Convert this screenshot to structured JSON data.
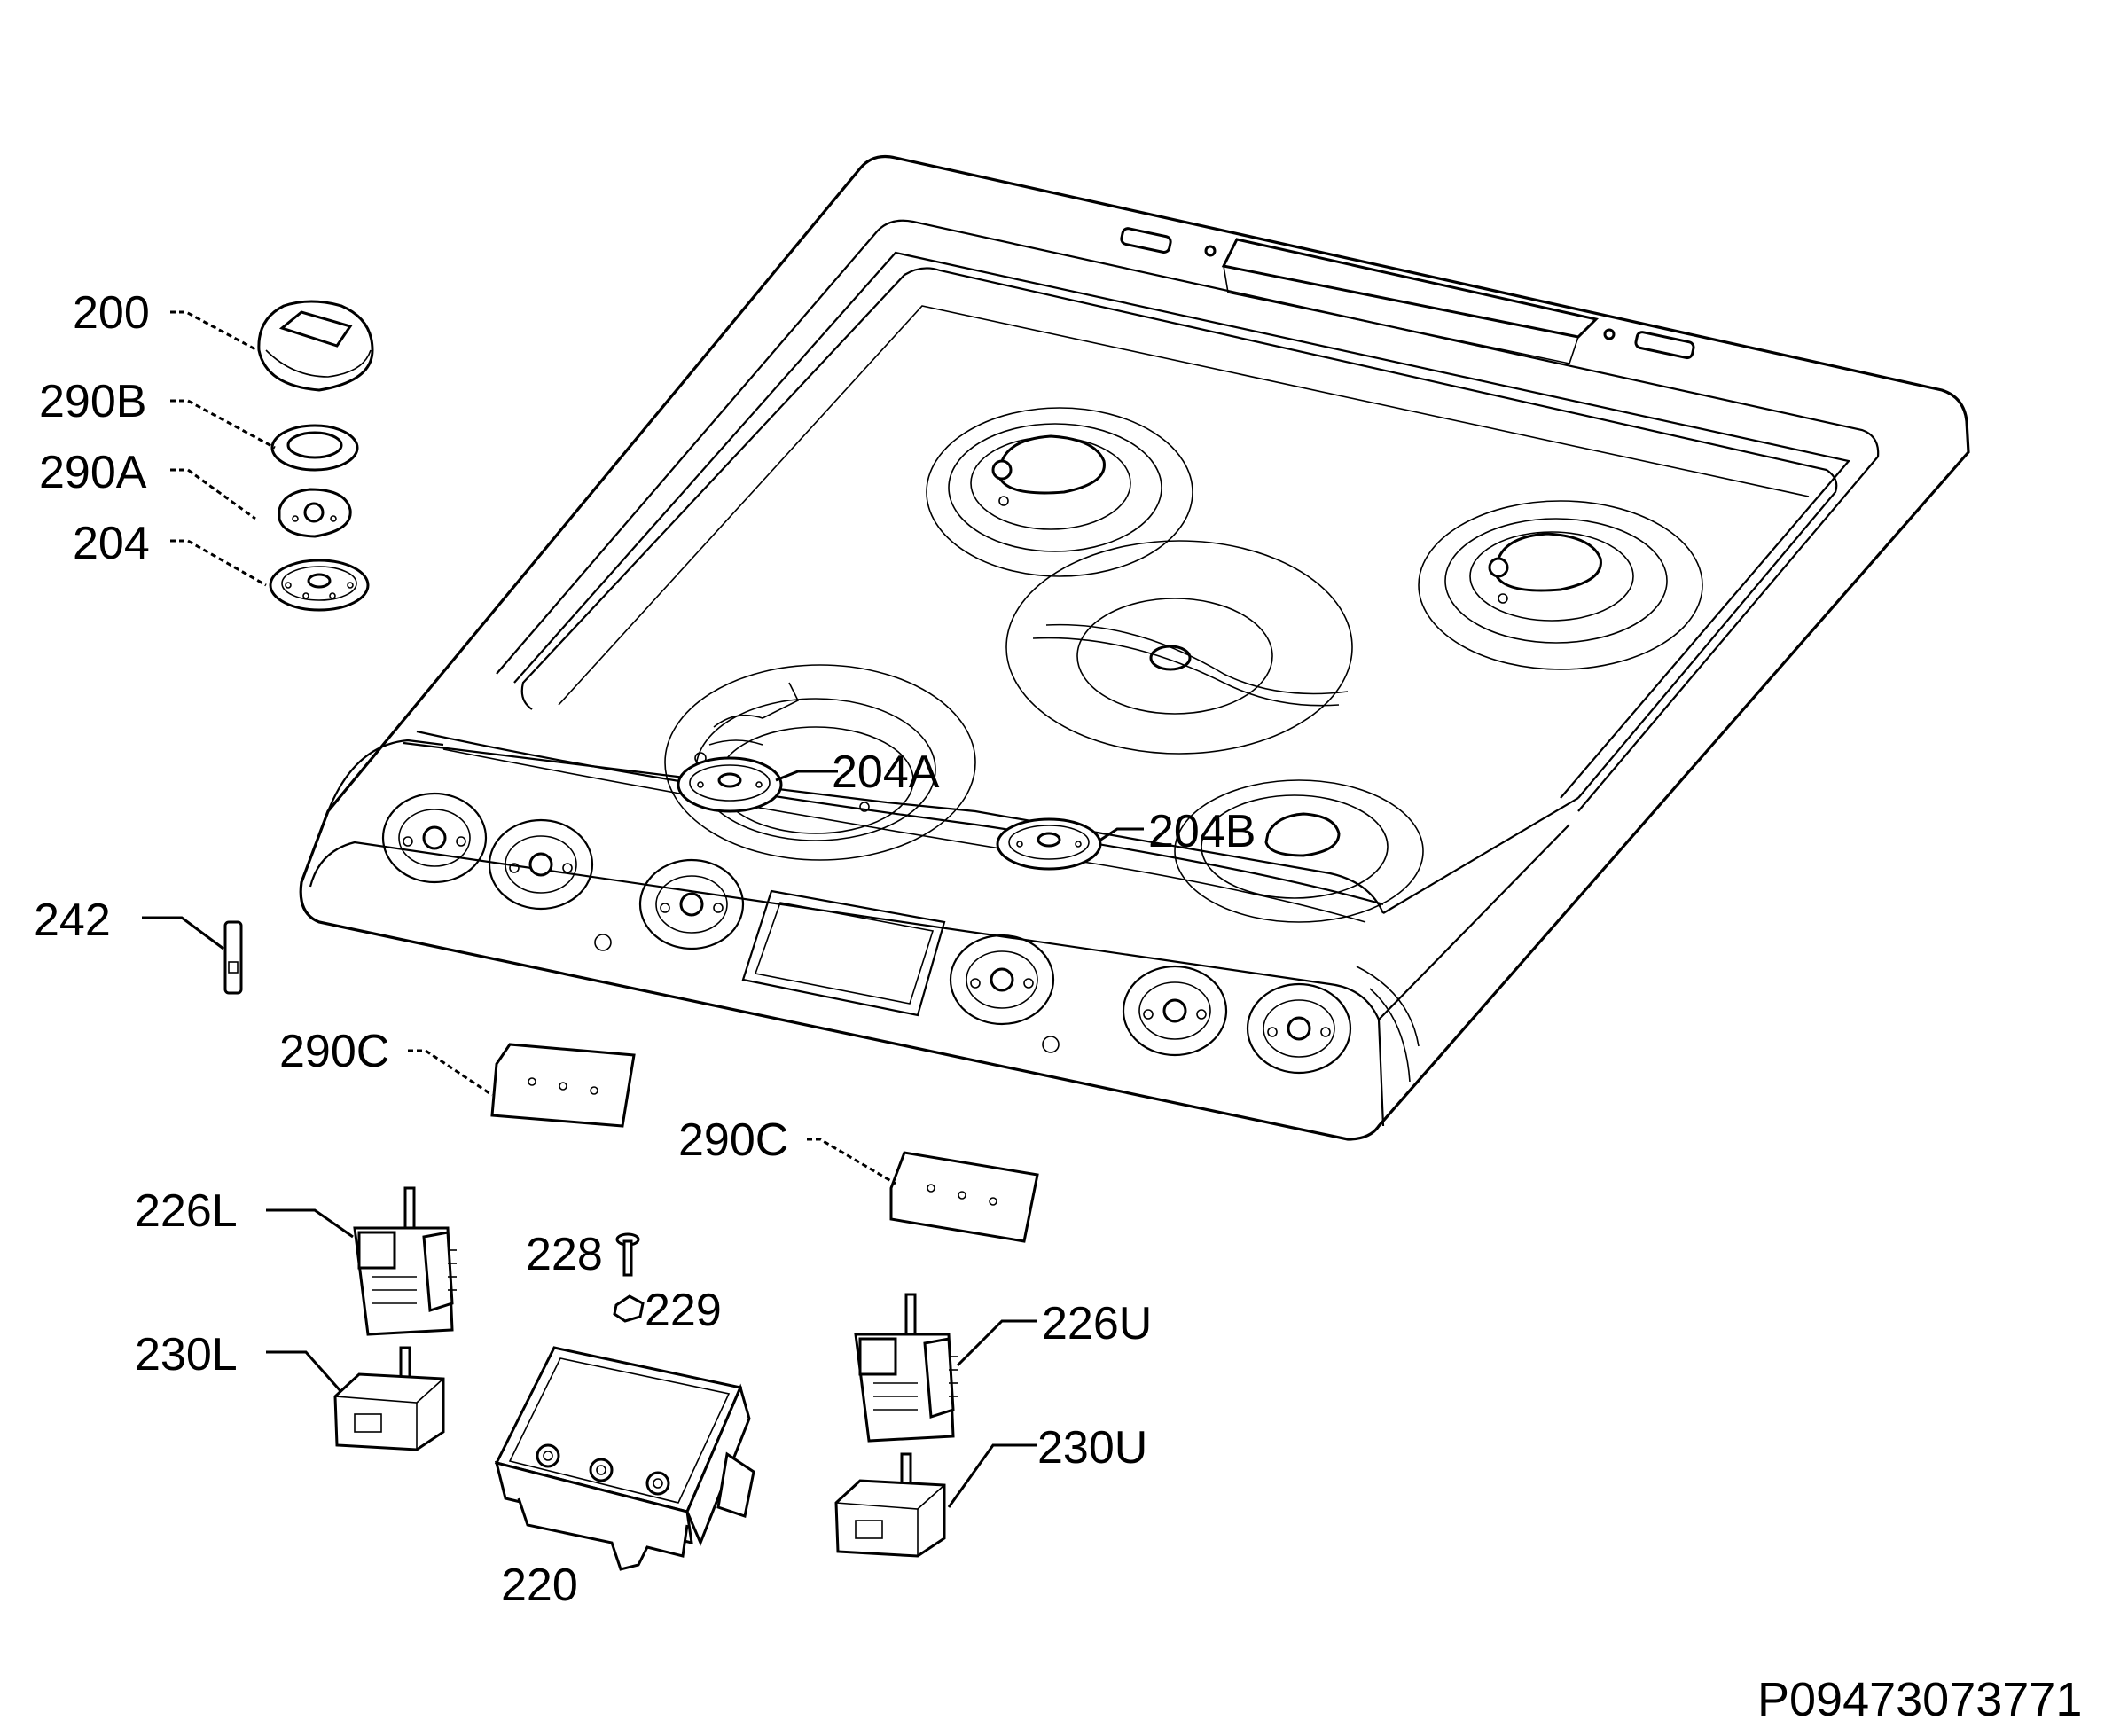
{
  "reference": "P09473073771",
  "callouts": [
    {
      "key": "200",
      "text": "200"
    },
    {
      "key": "290B",
      "text": "290B"
    },
    {
      "key": "290A",
      "text": "290A"
    },
    {
      "key": "204",
      "text": "204"
    },
    {
      "key": "204A",
      "text": "204A"
    },
    {
      "key": "204B",
      "text": "204B"
    },
    {
      "key": "242",
      "text": "242"
    },
    {
      "key": "290C_1",
      "text": "290C"
    },
    {
      "key": "290C_2",
      "text": "290C"
    },
    {
      "key": "226L",
      "text": "226L"
    },
    {
      "key": "228",
      "text": "228"
    },
    {
      "key": "229",
      "text": "229"
    },
    {
      "key": "226U",
      "text": "226U"
    },
    {
      "key": "230L",
      "text": "230L"
    },
    {
      "key": "230U",
      "text": "230U"
    },
    {
      "key": "220",
      "text": "220"
    }
  ]
}
